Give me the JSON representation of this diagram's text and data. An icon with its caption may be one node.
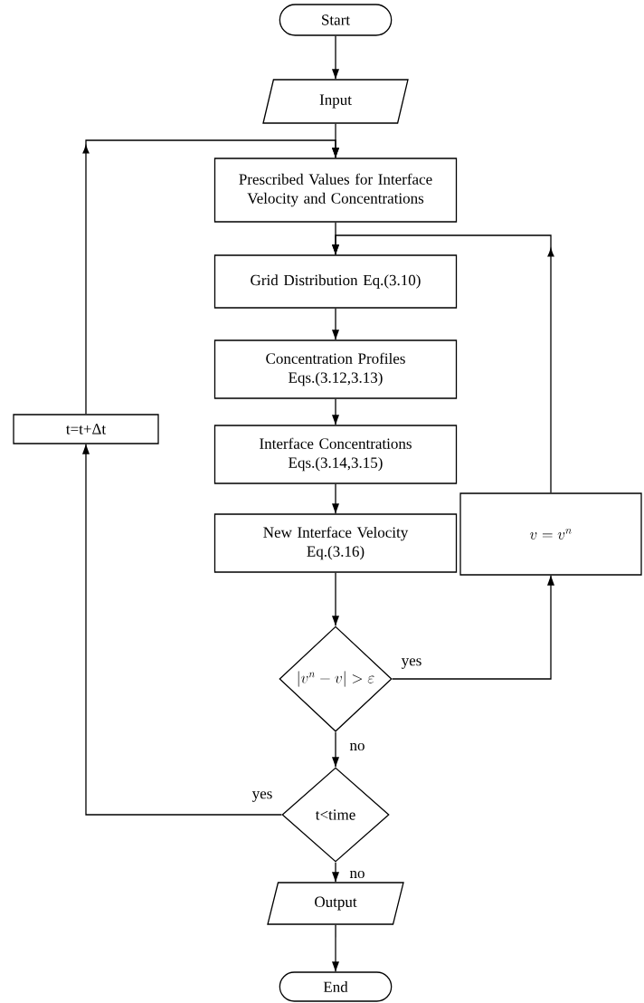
{
  "diagram": {
    "nodes": [
      {
        "text": [
          "Start"
        ]
      },
      {
        "text": [
          "Input"
        ]
      },
      {
        "text": [
          "Prescribed Values for Interface Velocity and Concentrations"
        ]
      },
      {
        "text": [
          "Grid Distribution Eq.(3.10)"
        ]
      },
      {
        "text": [
          "Concentration Profiles",
          "Eqs.(3.12,3.13)"
        ]
      },
      {
        "text": [
          "Interface Concentrations",
          "Eqs.(3.14,3.15)"
        ]
      },
      {
        "text": [
          "New Interface Velocity",
          "Eq.(3.16)"
        ]
      },
      {
        "text": [
          "\\left|v^{n}- v\\right|> \\varepsilon"
        ]
      },
      {
        "text": [
          "t<time"
        ]
      },
      {
        "text": [
          "Output"
        ]
      },
      {
        "text": [
          "End"
        ]
      },
      {
        "text": [
          "t=t+Δt"
        ]
      },
      {
        "text": [
          "v = v^{n}"
        ]
      }
    ],
    "edges": [
      {
        "from": 0,
        "to": 1,
        "arrow": "to"
      },
      {
        "from": 1,
        "to": 2,
        "arrow": "to"
      },
      {
        "from": 2,
        "to": 3,
        "arrow": "to"
      },
      {
        "from": 3,
        "to": 4,
        "arrow": "to"
      },
      {
        "from": 4,
        "to": 5,
        "arrow": "to"
      },
      {
        "from": 5,
        "to": 6,
        "arrow": "to"
      },
      {
        "from": 6,
        "to": 7,
        "arrow": "to"
      },
      {
        "from": 7,
        "to": 12,
        "arrow": "to",
        "label": "yes"
      },
      {
        "from": 12,
        "to": 3,
        "arrow": "to"
      },
      {
        "from": 7,
        "to": 8,
        "arrow": "to",
        "label": "no"
      },
      {
        "from": 8,
        "to": 11,
        "arrow": "to",
        "label": "yes"
      },
      {
        "from": 11,
        "to": 2,
        "arrow": "to"
      },
      {
        "from": 8,
        "to": 9,
        "arrow": "to",
        "label": "no"
      },
      {
        "from": 9,
        "to": 10,
        "arrow": "to"
      }
    ]
  }
}
